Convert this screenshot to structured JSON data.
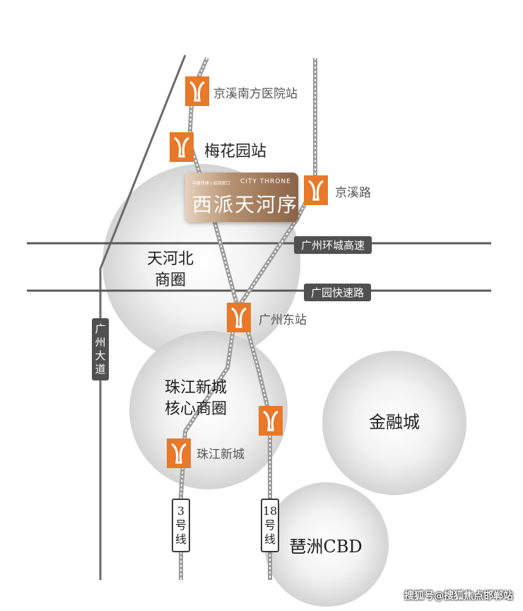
{
  "zones": {
    "tianhe_north": "天河北\n商圈",
    "zhujiang": "珠江新城\n核心商圈",
    "finance_city": "金融城",
    "pazhou": "琶洲CBD"
  },
  "stations": {
    "jingxi_hospital": "京溪南方医院站",
    "meihuayuan": "梅花园站",
    "jingxilu": "京溪路",
    "guangzhou_east": "广州东站",
    "zhujiang_new_town": "珠江新城"
  },
  "roads": {
    "ring_highway": "广州环城高速",
    "guangyuan": "广园快速路",
    "guangzhou_avenue": "广州大道"
  },
  "lines": {
    "line3": "3号线",
    "line18": "18号线"
  },
  "project": {
    "developer_text": "中建铁建 | 招商蛇口",
    "name_en": "CITY THRONE",
    "name_cn": "西派天河序"
  },
  "colors": {
    "metro_orange": "#e8782a",
    "road_gray": "#505050",
    "rail_gray": "#9a9a9a"
  },
  "icons": {
    "metro": "metro-y-icon"
  },
  "watermark": "搜狐号@搜狐焦点邯郸站"
}
